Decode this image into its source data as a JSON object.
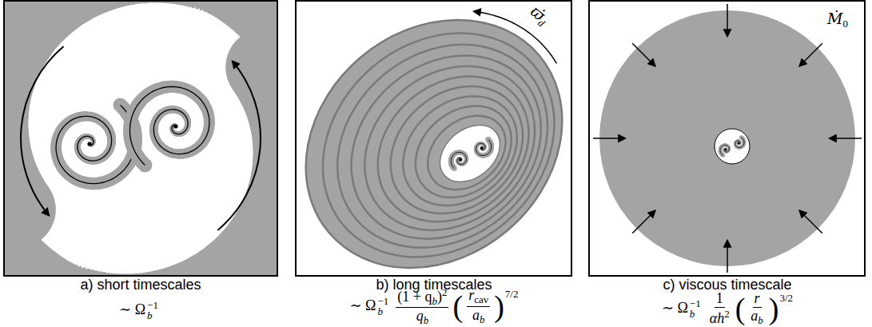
{
  "diagram": {
    "labels": [
      "ϖ̇",
      "d",
      "Ṁ",
      "0",
      "a) short timescales",
      "b) long timescales",
      "c) viscous timescale",
      "∼ Ω",
      "b",
      "−1",
      "∼ Ω",
      "b",
      "−1",
      "(1 + q",
      "b",
      ")",
      "2",
      "q",
      "b",
      "(",
      "r",
      "cav",
      "a",
      "b",
      ")",
      "7/2",
      "∼ Ω",
      "b",
      "−1",
      "1",
      "αh",
      "2",
      "(",
      "r",
      "a",
      "b",
      ")",
      "3/2"
    ]
  }
}
